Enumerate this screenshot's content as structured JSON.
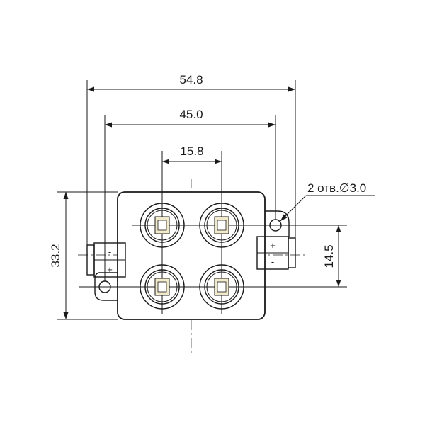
{
  "dimensions": {
    "overall_width": "54.8",
    "hole_spacing": "45.0",
    "led_pitch": "15.8",
    "height": "33.2",
    "hole_offset": "14.5"
  },
  "callouts": {
    "hole_spec": "2 отв.∅3.0"
  },
  "connectors": {
    "left": {
      "top": "-",
      "bottom": "+"
    },
    "right": {
      "top": "+",
      "bottom": "-"
    }
  },
  "led_count": 4,
  "colors": {
    "line": "#1a1a1a",
    "led_chip": "#f2ebcb",
    "background": "#ffffff"
  }
}
